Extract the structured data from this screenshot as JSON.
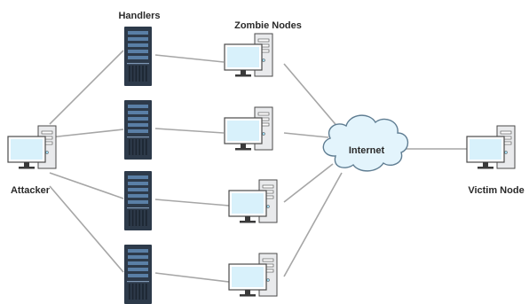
{
  "labels": {
    "handlers": "Handlers",
    "zombie_nodes": "Zombie Nodes",
    "internet": "Internet",
    "attacker": "Attacker",
    "victim": "Victim Node"
  },
  "colors": {
    "link": "#a6a6a6",
    "screen": "#d8f1fb",
    "bezel": "#ffffff",
    "outline": "#4a4a4a",
    "tower": "#e9eaec",
    "server": "#2d3a4a",
    "server_light": "#5a7fa6",
    "cloud": "#e3f4fc",
    "cloud_outline": "#5f7d92"
  },
  "icons": {
    "attacker": "computer-icon",
    "handler": "server-rack-icon",
    "zombie": "computer-icon",
    "internet": "cloud-icon",
    "victim": "computer-icon"
  }
}
